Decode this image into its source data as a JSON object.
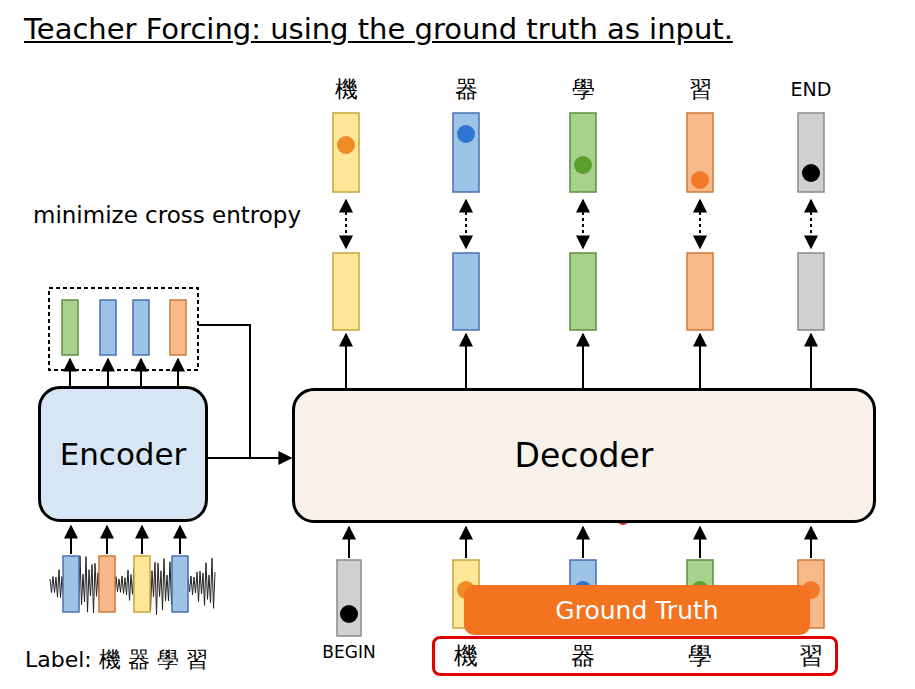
{
  "diagram": {
    "title": "Teacher Forcing: using the ground truth as input.",
    "nodes": [
      {
        "text": [
          "Encoder"
        ]
      },
      {
        "text": [
          "Decoder"
        ]
      },
      {
        "text": [
          "Ground Truth"
        ]
      },
      {
        "text": [
          "機",
          "器",
          "學",
          "習"
        ]
      }
    ],
    "edges": [
      {
        "from": 0,
        "to": 1,
        "arrow": "to"
      }
    ],
    "labels": [
      "機",
      "器",
      "學",
      "習",
      "END",
      "minimize cross entropy",
      "BEGIN",
      "Label: 機 器 學 習"
    ]
  }
}
